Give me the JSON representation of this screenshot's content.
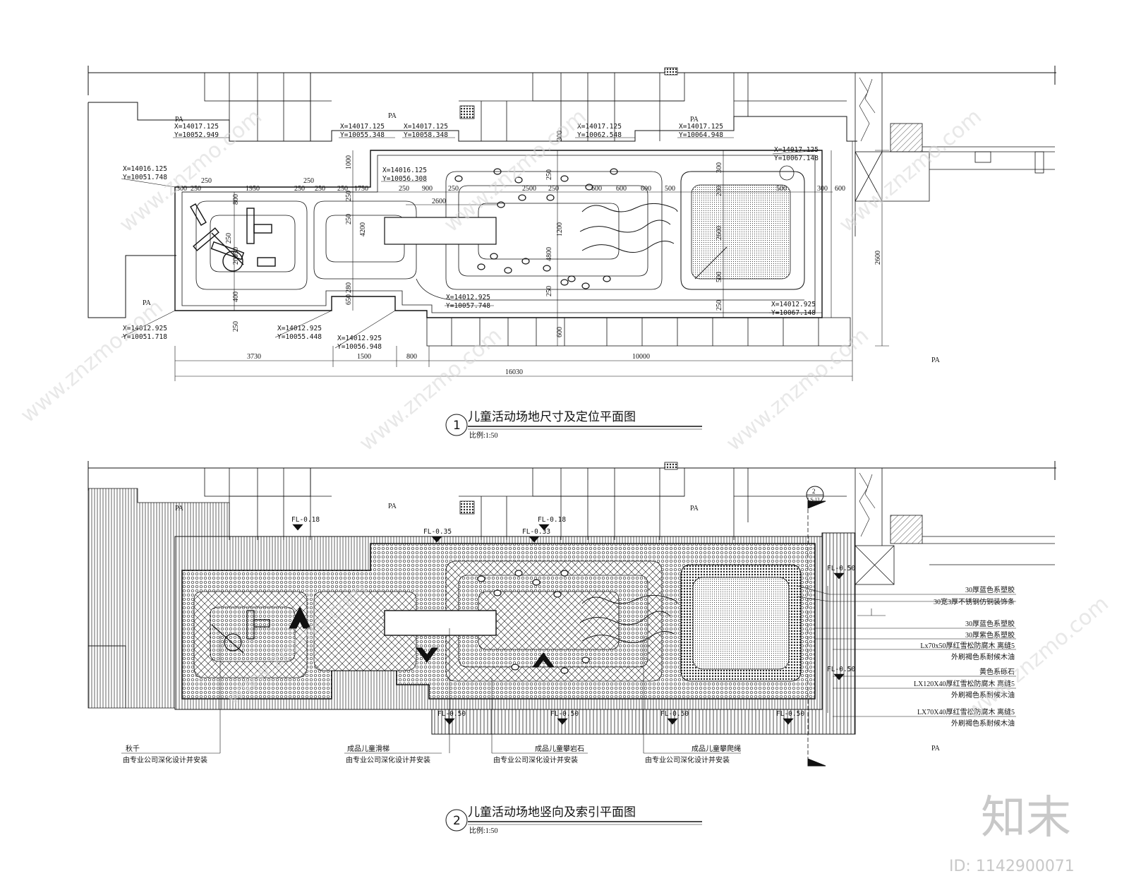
{
  "plan1": {
    "number": "1",
    "title": "儿童活动场地尺寸及定位平面图",
    "scale": "比例:1:50",
    "zone_labels": [
      "PA",
      "PA",
      "PA",
      "PA",
      "PA"
    ],
    "coords": [
      {
        "x": "X=14017.125",
        "y": "Y=10052.949"
      },
      {
        "x": "X=14017.125",
        "y": "Y=10055.348"
      },
      {
        "x": "X=14017.125",
        "y": "Y=10058.348"
      },
      {
        "x": "X=14017.125",
        "y": "Y=10062.548"
      },
      {
        "x": "X=14017.125",
        "y": "Y=10064.948"
      },
      {
        "x": "X=14017.125",
        "y": "Y=10067.148"
      },
      {
        "x": "X=14016.125",
        "y": "Y=10051.748"
      },
      {
        "x": "X=14016.125",
        "y": "Y=10056.308"
      },
      {
        "x": "X=14012.925",
        "y": "Y=10057.748"
      },
      {
        "x": "X=14012.925",
        "y": "Y=10067.148"
      },
      {
        "x": "X=14012.925",
        "y": "Y=10051.718"
      },
      {
        "x": "X=14012.925",
        "y": "Y=10055.448"
      },
      {
        "x": "X=14012.925",
        "y": "Y=10056.948"
      }
    ],
    "top_dims": [
      "300",
      "250",
      "1950",
      "250",
      "250",
      "250",
      "1750",
      "250",
      "900",
      "250",
      "2500",
      "250",
      "600",
      "600",
      "600",
      "500",
      "500",
      "300",
      "600"
    ],
    "upper_dims": [
      "250",
      "250",
      "2600"
    ],
    "vertical_dims": [
      "800",
      "250",
      "200",
      "750",
      "400",
      "250",
      "1000",
      "250",
      "4200",
      "250",
      "280",
      "650",
      "250",
      "1200",
      "4800",
      "250",
      "300",
      "200",
      "500",
      "2600",
      "250",
      "600",
      "300"
    ],
    "bottom_dims": [
      "3730",
      "1500",
      "800",
      "10000"
    ],
    "total_dim": "16030",
    "side_dim": "2600"
  },
  "plan2": {
    "number": "2",
    "title": "儿童活动场地竖向及索引平面图",
    "scale": "比例:1:50",
    "zone_labels": [
      "PA",
      "PA",
      "PA",
      "PA"
    ],
    "levels": [
      "FL-0.18",
      "FL-0.18",
      "FL-0.35",
      "FL-0.33",
      "FL-0.50",
      "FL-0.50",
      "FL-0.50",
      "FL-0.50",
      "FL-0.50",
      "FL-0.50"
    ],
    "section_mark": {
      "num": "2",
      "sheet": "LS-13"
    },
    "legend": [
      "30厚蓝色系塑胶",
      "30宽3厚不锈钢仿铜装饰条",
      "30厚蓝色系塑胶",
      "30厚紫色系塑胶",
      "Lx70x50厚红雪松防腐木 离缝5",
      "外刷褐色系耐候木油",
      "黄色系砾石",
      "LX120X40厚红雪松防腐木 离缝5",
      "外刷褐色系耐候木油",
      "LX70X40厚红雪松防腐木 离缝5",
      "外刷褐色系耐候木油"
    ],
    "callouts": [
      {
        "name": "秋千",
        "note": "由专业公司深化设计并安装"
      },
      {
        "name": "成品儿童滑梯",
        "note": "由专业公司深化设计并安装"
      },
      {
        "name": "成品儿童攀岩石",
        "note": "由专业公司深化设计并安装"
      },
      {
        "name": "成品儿童攀爬绳",
        "note": "由专业公司深化设计并安装"
      }
    ]
  },
  "watermark": {
    "brand": "知末",
    "id": "ID: 1142900071",
    "site": "www.znzmo.com"
  }
}
